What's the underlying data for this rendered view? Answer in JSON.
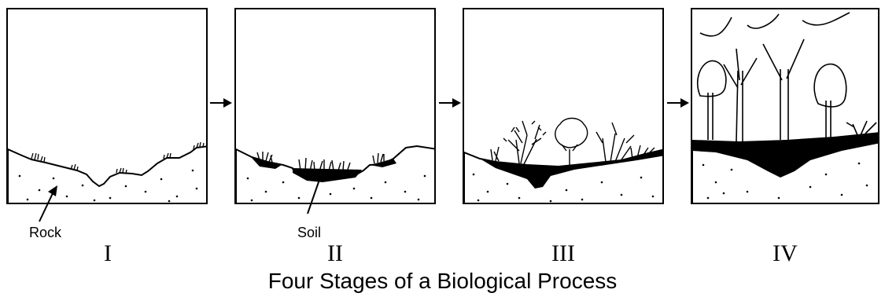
{
  "figure": {
    "labels": {
      "rock": "Rock",
      "soil": "Soil"
    },
    "stages": [
      {
        "numeral": "I"
      },
      {
        "numeral": "II"
      },
      {
        "numeral": "III"
      },
      {
        "numeral": "IV"
      }
    ],
    "caption": "Four Stages of a Biological Process"
  }
}
